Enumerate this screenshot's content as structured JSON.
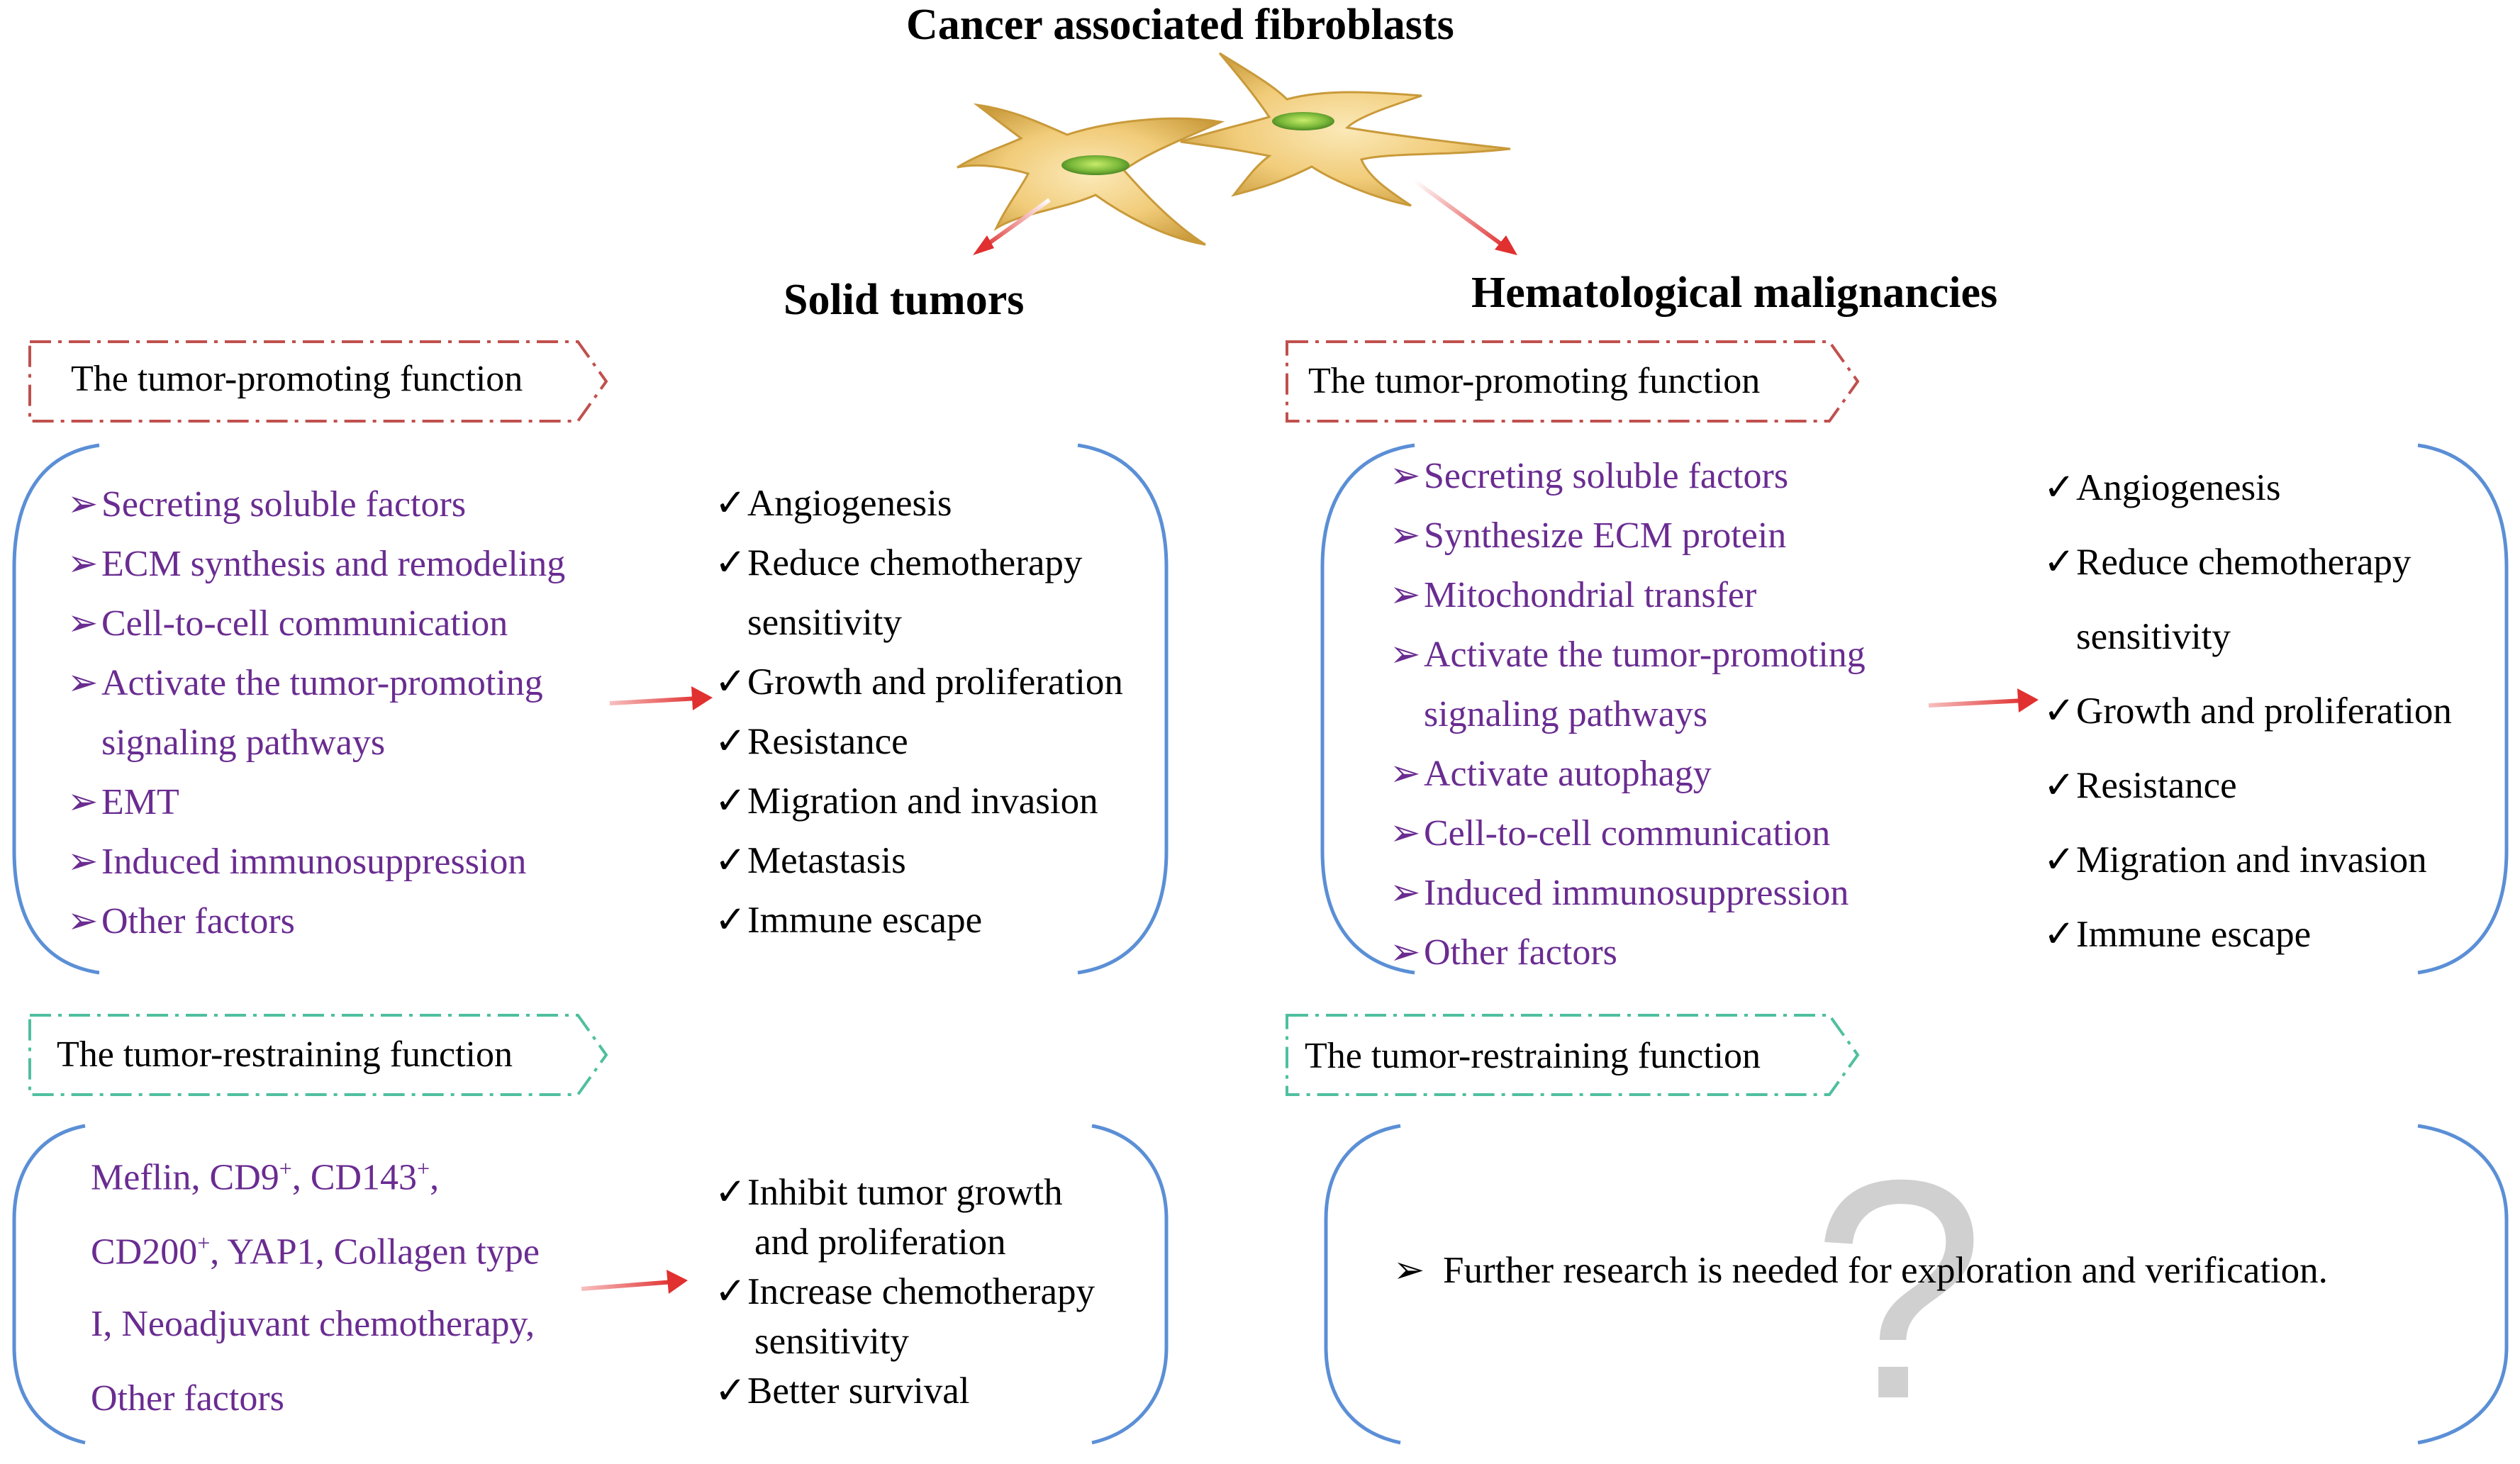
{
  "title": "Cancer associated fibroblasts",
  "solid": {
    "heading": "Solid tumors",
    "promoting_label": "The tumor-promoting function",
    "factors": [
      "Secreting soluble factors",
      "ECM synthesis and remodeling",
      "Cell-to-cell communication",
      "Activate the tumor-promoting",
      "signaling pathways",
      "EMT",
      "Induced immunosuppression",
      "Other factors"
    ],
    "effects": [
      "Angiogenesis",
      "Reduce chemotherapy",
      "sensitivity",
      "Growth and proliferation",
      "Resistance",
      "Migration and invasion",
      "Metastasis",
      "Immune escape"
    ],
    "restraining_label": "The tumor-restraining function",
    "restraining_factors": {
      "line1_a": "Meflin, CD9",
      "line1_b": ", CD143",
      "line1_c": ",",
      "line2_a": "CD200",
      "line2_b": ", YAP1, Collagen type",
      "line3": "I,  Neoadjuvant chemotherapy,",
      "line4": "Other factors",
      "sup": "+"
    },
    "restraining_effects": [
      "Inhibit tumor growth",
      "and proliferation",
      "Increase chemotherapy",
      "sensitivity",
      "Better survival"
    ]
  },
  "hema": {
    "heading": "Hematological malignancies",
    "promoting_label": "The tumor-promoting function",
    "factors": [
      "Secreting soluble factors",
      "Synthesize ECM protein",
      "Mitochondrial transfer",
      "Activate the tumor-promoting",
      "signaling pathways",
      "Activate autophagy",
      "Cell-to-cell communication",
      "Induced immunosuppression",
      "Other factors"
    ],
    "effects": [
      "Angiogenesis",
      "Reduce chemotherapy",
      "sensitivity",
      "Growth and proliferation",
      "Resistance",
      "Migration and invasion",
      "Immune escape"
    ],
    "restraining_label": "The tumor-restraining function",
    "restraining_text": "Further research is needed for exploration and verification."
  },
  "symbols": {
    "arrow": "➢",
    "check": "✓",
    "question": "?"
  },
  "colors": {
    "factor_text": "#6a2c91",
    "bracket": "#5b8fd6",
    "promoting_border": "#c0504d",
    "restraining_border": "#4fbf9f",
    "arrow": "#d93a3a",
    "cell": "#e8b44a",
    "nucleus": "#7ab83a",
    "question_mark": "#d0d0d0"
  }
}
